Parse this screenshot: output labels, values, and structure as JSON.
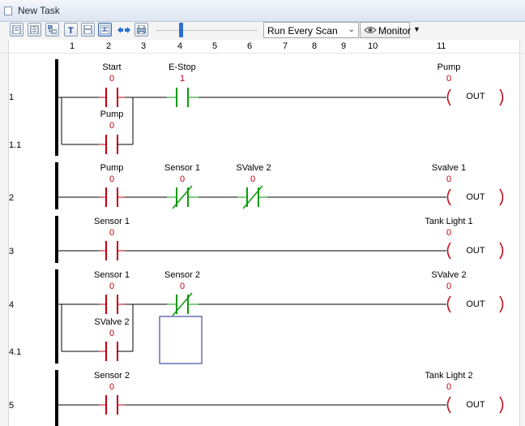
{
  "window": {
    "title": "New Task"
  },
  "toolbar": {
    "scan_mode": "Run Every Scan",
    "monitor_label": "Monitor"
  },
  "columns": [
    "1",
    "2",
    "3",
    "4",
    "5",
    "6",
    "7",
    "8",
    "9",
    "10",
    "11"
  ],
  "rungs": [
    {
      "number": "1",
      "branch_number": "1.1",
      "contacts": [
        {
          "label": "Start",
          "value": "0",
          "type": "NO",
          "state": "off"
        },
        {
          "label": "E-Stop",
          "value": "1",
          "type": "NO",
          "state": "on"
        },
        {
          "label": "Pump",
          "value": "0",
          "type": "NO",
          "state": "off",
          "branch": true
        }
      ],
      "coil": {
        "label": "Pump",
        "value": "0",
        "text": "OUT"
      }
    },
    {
      "number": "2",
      "contacts": [
        {
          "label": "Pump",
          "value": "0",
          "type": "NO",
          "state": "off"
        },
        {
          "label": "Sensor 1",
          "value": "0",
          "type": "NC",
          "state": "on"
        },
        {
          "label": "SValve 2",
          "value": "0",
          "type": "NC",
          "state": "on"
        }
      ],
      "coil": {
        "label": "Svalve 1",
        "value": "0",
        "text": "OUT"
      }
    },
    {
      "number": "3",
      "contacts": [
        {
          "label": "Sensor 1",
          "value": "0",
          "type": "NO",
          "state": "off"
        }
      ],
      "coil": {
        "label": "Tank Light 1",
        "value": "0",
        "text": "OUT"
      }
    },
    {
      "number": "4",
      "branch_number": "4.1",
      "contacts": [
        {
          "label": "Sensor 1",
          "value": "0",
          "type": "NO",
          "state": "off"
        },
        {
          "label": "Sensor 2",
          "value": "0",
          "type": "NC",
          "state": "on"
        },
        {
          "label": "SValve 2",
          "value": "0",
          "type": "NO",
          "state": "off",
          "branch": true
        }
      ],
      "coil": {
        "label": "SValve 2",
        "value": "0",
        "text": "OUT"
      }
    },
    {
      "number": "5",
      "contacts": [
        {
          "label": "Sensor 2",
          "value": "0",
          "type": "NO",
          "state": "off"
        }
      ],
      "coil": {
        "label": "Tank Light 2",
        "value": "0",
        "text": "OUT"
      }
    }
  ],
  "colors": {
    "off": "#c0000f",
    "on": "#0a9a0a",
    "wire": "#000000",
    "selection": "#1c2a8c"
  },
  "icons": [
    "window-icon",
    "document-icon",
    "list-icon",
    "tree-icon",
    "text-icon",
    "rung-icon",
    "branch-icon",
    "arrows-icon",
    "print-icon",
    "eye-icon",
    "dropdown-arrow-icon"
  ]
}
